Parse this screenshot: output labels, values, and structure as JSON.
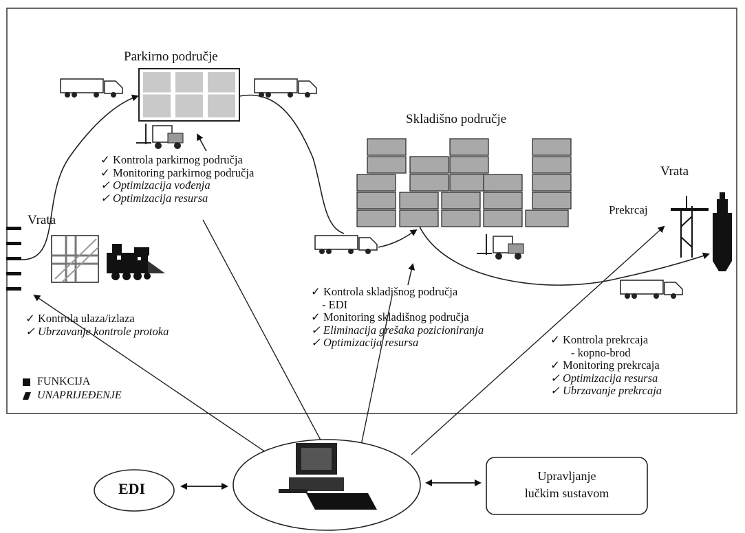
{
  "areas": {
    "parking_title": "Parkirno područje",
    "storage_title": "Skladišno područje",
    "gate_left_label": "Vrata",
    "gate_right_label": "Vrata",
    "transshipment_label": "Prekrcaj"
  },
  "parking_list": [
    {
      "mark": "✓",
      "text": "Kontrola parkirnog područja",
      "style": "function"
    },
    {
      "mark": "✓",
      "text": "Monitoring parkirnog područja",
      "style": "function"
    },
    {
      "mark": "✓",
      "text": "Optimizacija vođenja",
      "style": "improvement"
    },
    {
      "mark": "✓",
      "text": "Optimizacija resursa",
      "style": "improvement"
    }
  ],
  "gate_list": [
    {
      "mark": "✓",
      "text": "Kontrola ulaza/izlaza",
      "style": "function"
    },
    {
      "mark": "✓",
      "text": "Ubrzavanje kontrole protoka",
      "style": "improvement"
    }
  ],
  "storage_list": {
    "first_mark": "✓",
    "first_text": "Kontrola skladišnog područja",
    "first_sub": "- EDI",
    "rest": [
      {
        "mark": "✓",
        "text": "Monitoring skladišnog područja",
        "style": "function"
      },
      {
        "mark": "✓",
        "text": "Eliminacija grešaka pozicioniranja",
        "style": "improvement"
      },
      {
        "mark": "✓",
        "text": "Optimizacija resursa",
        "style": "improvement"
      }
    ]
  },
  "transshipment_list": {
    "first_mark": "✓",
    "first_text": "Kontrola prekrcaja",
    "first_sub": "- kopno-brod",
    "rest": [
      {
        "mark": "✓",
        "text": "Monitoring prekrcaja",
        "style": "function"
      },
      {
        "mark": "✓",
        "text": "Optimizacija resursa",
        "style": "improvement"
      },
      {
        "mark": "✓",
        "text": "Ubrzavanje prekrcaja",
        "style": "improvement"
      }
    ]
  },
  "legend": {
    "function_label": "FUNKCIJA",
    "improvement_label": "UNAPRIJEĐENJE"
  },
  "bottom": {
    "edi_label": "EDI",
    "management_line1": "Upravljanje",
    "management_line2": "lučkim sustavom"
  }
}
